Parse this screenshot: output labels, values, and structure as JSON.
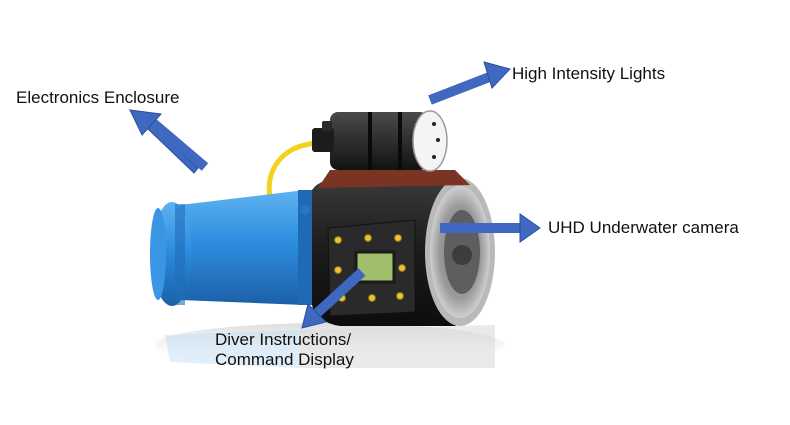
{
  "labels": {
    "electronics": "Electronics Enclosure",
    "lights": "High Intensity Lights",
    "camera": "UHD Underwater camera",
    "diver_line1": "Diver Instructions/",
    "diver_line2": "Command Display"
  },
  "colors": {
    "arrow": "#3f68c1",
    "arrow_stroke": "#2b4f9e",
    "enclosure_blue": "#2d8ee0",
    "housing_black": "#1c1c1c",
    "cable_yellow": "#f2d21e",
    "mount_red": "#7a3424",
    "screw_gold": "#e7c33a",
    "screen_green": "#9fbf6a"
  }
}
